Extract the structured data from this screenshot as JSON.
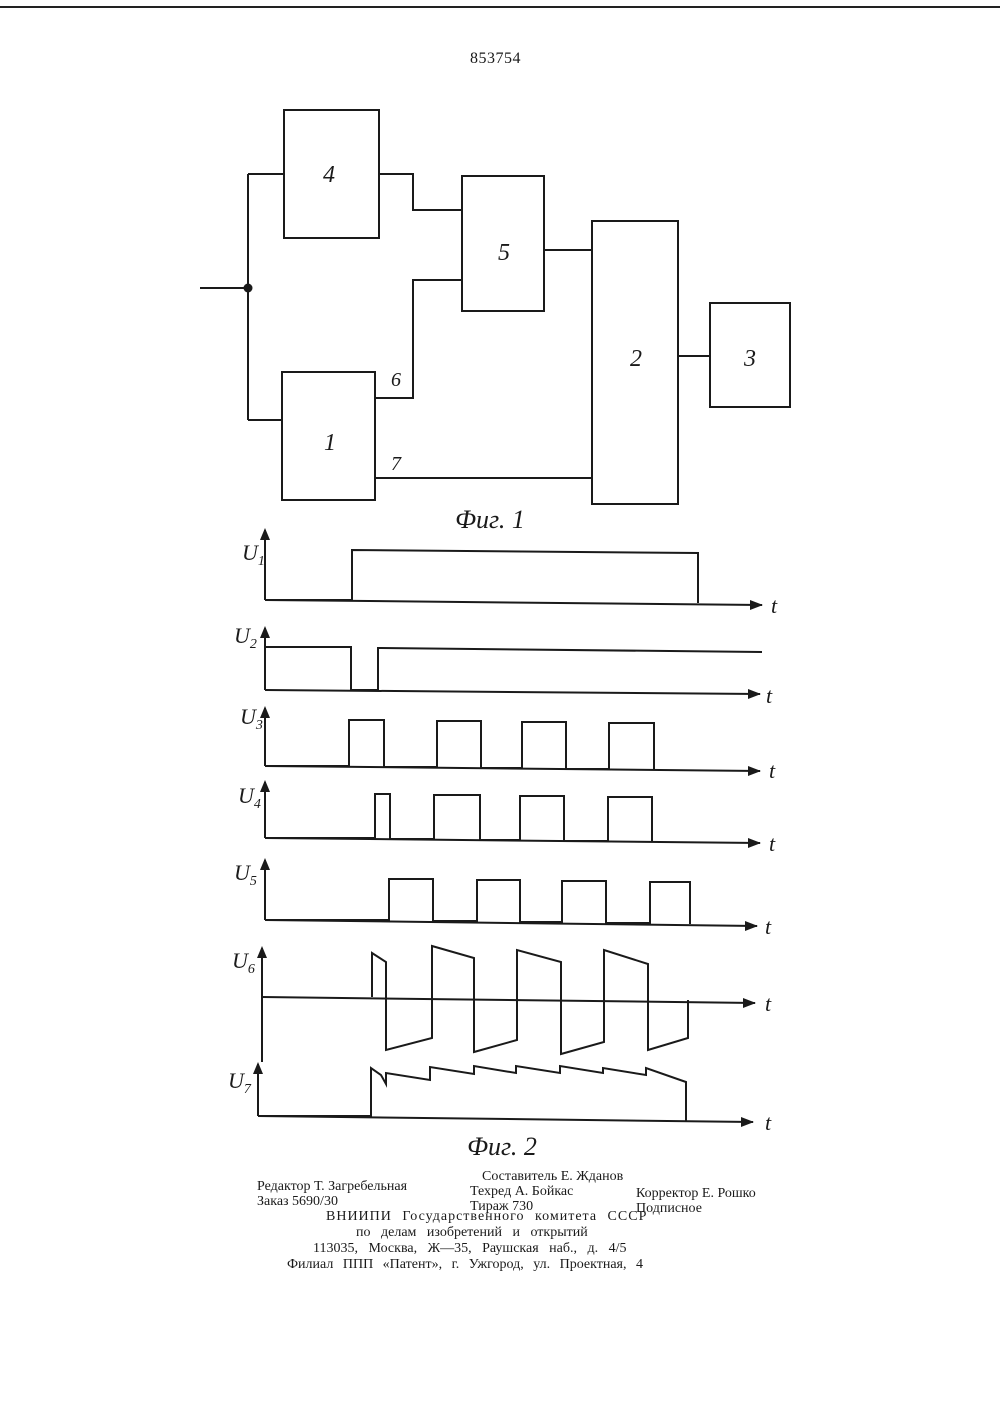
{
  "page_number": "853754",
  "figure1": {
    "caption": "Фиг. 1",
    "blocks": [
      {
        "id": "block-4",
        "label": "4"
      },
      {
        "id": "block-5",
        "label": "5"
      },
      {
        "id": "block-1",
        "label": "1"
      },
      {
        "id": "block-2",
        "label": "2"
      },
      {
        "id": "block-3",
        "label": "3"
      }
    ],
    "outputs": [
      {
        "id": "output-6",
        "label": "6"
      },
      {
        "id": "output-7",
        "label": "7"
      }
    ]
  },
  "figure2": {
    "caption": "Фиг. 2",
    "time_label": "t",
    "signals": [
      {
        "name": "U",
        "sub": "1"
      },
      {
        "name": "U",
        "sub": "2"
      },
      {
        "name": "U",
        "sub": "3"
      },
      {
        "name": "U",
        "sub": "4"
      },
      {
        "name": "U",
        "sub": "5"
      },
      {
        "name": "U",
        "sub": "6"
      },
      {
        "name": "U",
        "sub": "7"
      }
    ]
  },
  "imprint": {
    "editor": "Редактор Т. Загребельная",
    "compiler": "Составитель Е. Жданов",
    "order": "Заказ 5690/30",
    "tech_editor": "Техред А. Бойкас",
    "corrector": "Корректор Е. Рошко",
    "circulation": "Тираж 730",
    "subscription": "Подписное",
    "org": "ВНИИПИ Государственного комитета СССР",
    "org_dept": "по делам изобретений и открытий",
    "address": "113035, Москва, Ж—35, Раушская наб., д. 4/5",
    "branch": "Филиал ППП «Патент», г. Ужгород, ул. Проектная, 4"
  }
}
